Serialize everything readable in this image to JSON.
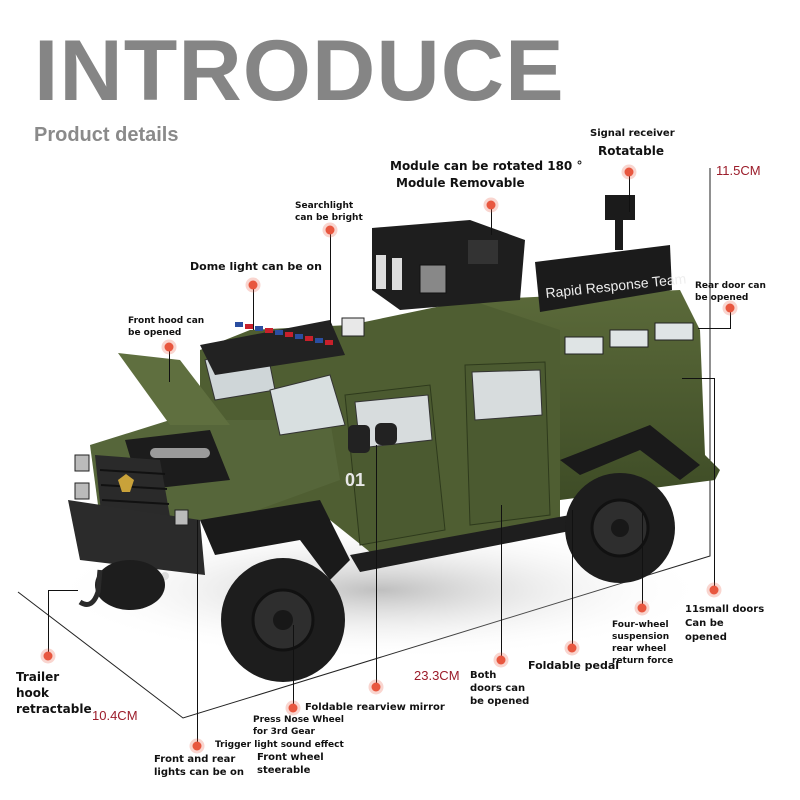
{
  "header": {
    "title": "INTRODUCE",
    "subtitle": "Product details"
  },
  "vehicle": {
    "turret_sign": "Rapid Response Team",
    "door_number": "01",
    "body_color": "#4a5a2e",
    "accent_red": "#c8202b",
    "accent_blue": "#2a4ea0"
  },
  "dimensions": {
    "height": "11.5CM",
    "length": "23.3CM",
    "width": "10.4CM",
    "color": "#9b1c2a"
  },
  "callouts": {
    "signal_receiver_line1": "Signal receiver",
    "signal_receiver_line2": "Rotatable",
    "module_line1": "Module can be rotated 180 °",
    "module_line2": "Module Removable",
    "searchlight_line1": "Searchlight",
    "searchlight_line2": "can be bright",
    "dome_light": "Dome light can be on",
    "front_hood_line1": "Front hood can",
    "front_hood_line2": "be opened",
    "rear_door_line1": "Rear door can",
    "rear_door_line2": "be opened",
    "small_doors_line1": "11small doors",
    "small_doors_line2": "Can be",
    "small_doors_line3": "opened",
    "suspension_line1": "Four-wheel",
    "suspension_line2": "suspension",
    "suspension_line3": "rear wheel",
    "suspension_line4": "return force",
    "pedal": "Foldable pedal",
    "doors_line1": "Both",
    "doors_line2": "doors can",
    "doors_line3": "be opened",
    "mirror": "Foldable rearview mirror",
    "nose_line1": "Press Nose Wheel",
    "nose_line2": "for 3rd Gear",
    "nose_line3": "Trigger light sound effect",
    "steer_line1": "Front wheel",
    "steer_line2": "steerable",
    "lights_line1": "Front and rear",
    "lights_line2": "lights can be on",
    "hook_line1": "Trailer",
    "hook_line2": "hook",
    "hook_line3": "retractable"
  },
  "dot_color": "#e8573f"
}
